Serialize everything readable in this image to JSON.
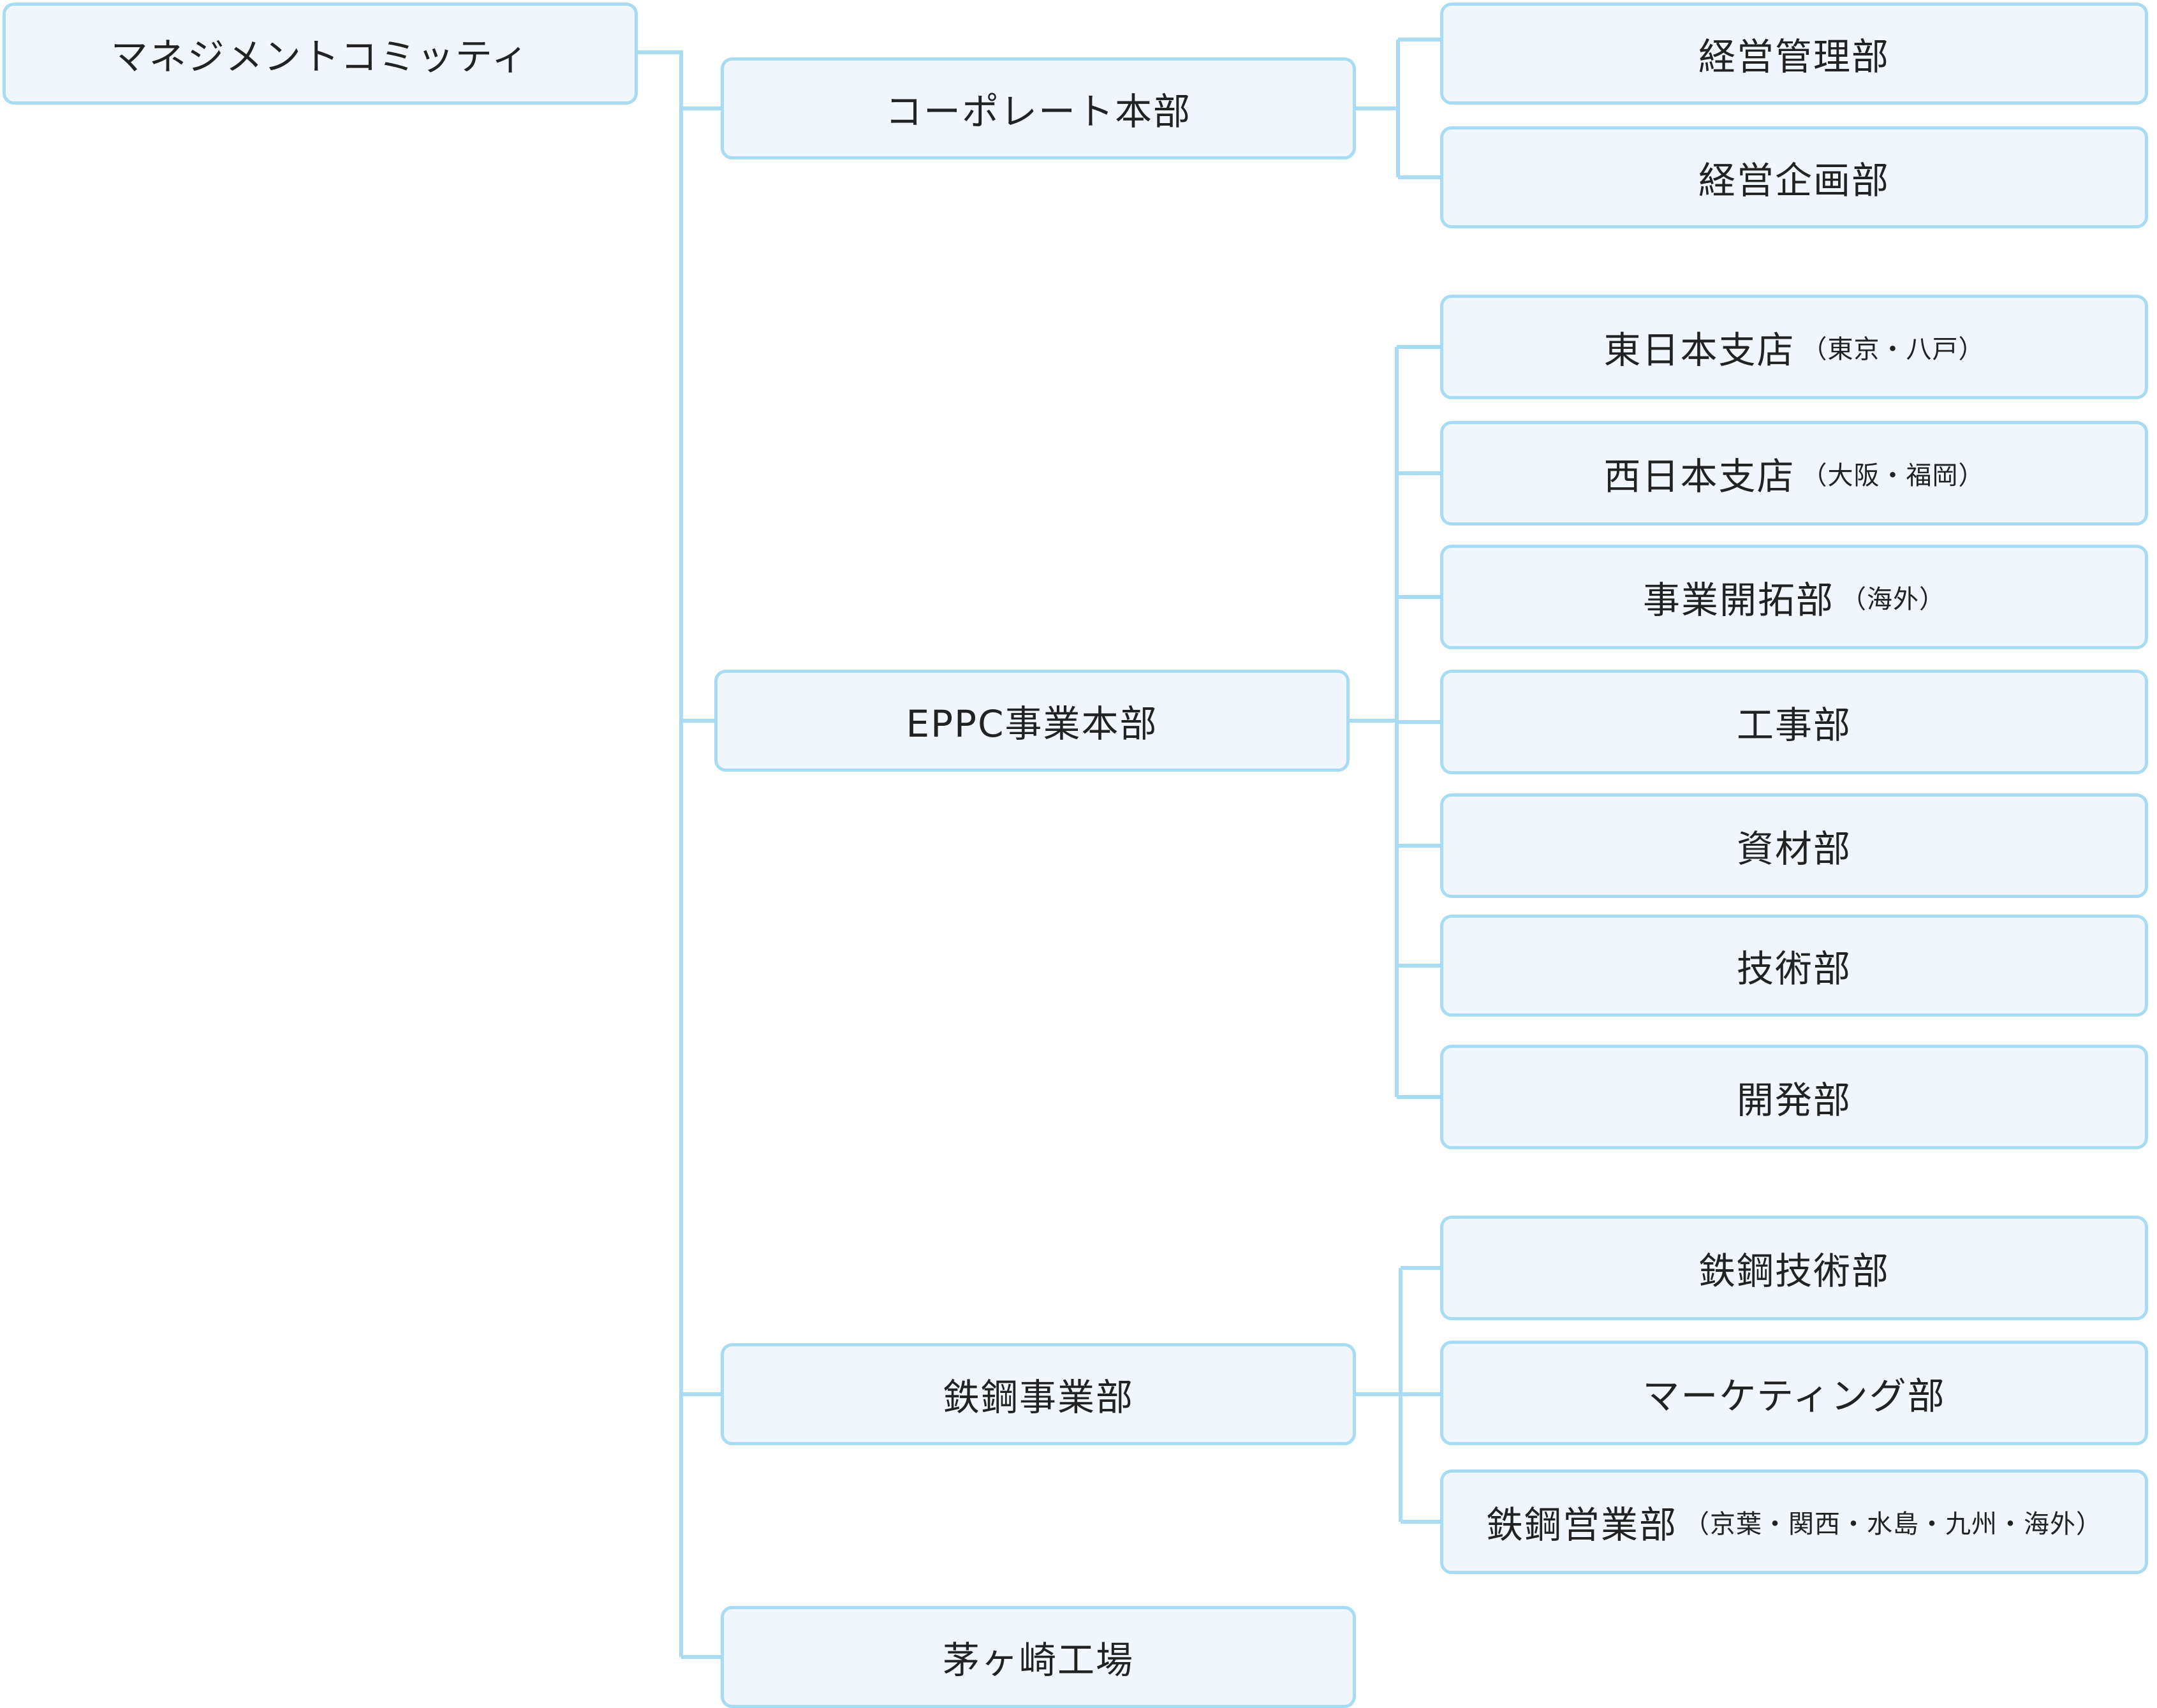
{
  "colors": {
    "box_fill": "#f1f6fc",
    "box_border": "#a8dcf5",
    "connector": "#a8dcf5",
    "text": "#222222"
  },
  "org_chart": {
    "root": {
      "label": "マネジメントコミッティ"
    },
    "divisions": [
      {
        "label": "コーポレート本部",
        "departments": [
          {
            "label": "経営管理部",
            "note": ""
          },
          {
            "label": "経営企画部",
            "note": ""
          }
        ]
      },
      {
        "label": "EPPC事業本部",
        "departments": [
          {
            "label": "東日本支店",
            "note": "（東京・八戸）"
          },
          {
            "label": "西日本支店",
            "note": "（大阪・福岡）"
          },
          {
            "label": "事業開拓部",
            "note": "（海外）"
          },
          {
            "label": "工事部",
            "note": ""
          },
          {
            "label": "資材部",
            "note": ""
          },
          {
            "label": "技術部",
            "note": ""
          },
          {
            "label": "開発部",
            "note": ""
          }
        ]
      },
      {
        "label": "鉄鋼事業部",
        "departments": [
          {
            "label": "鉄鋼技術部",
            "note": ""
          },
          {
            "label": "マーケティング部",
            "note": ""
          },
          {
            "label": "鉄鋼営業部",
            "note": "（京葉・関西・水島・九州・海外）"
          }
        ]
      },
      {
        "label": "茅ヶ崎工場",
        "departments": []
      }
    ]
  }
}
